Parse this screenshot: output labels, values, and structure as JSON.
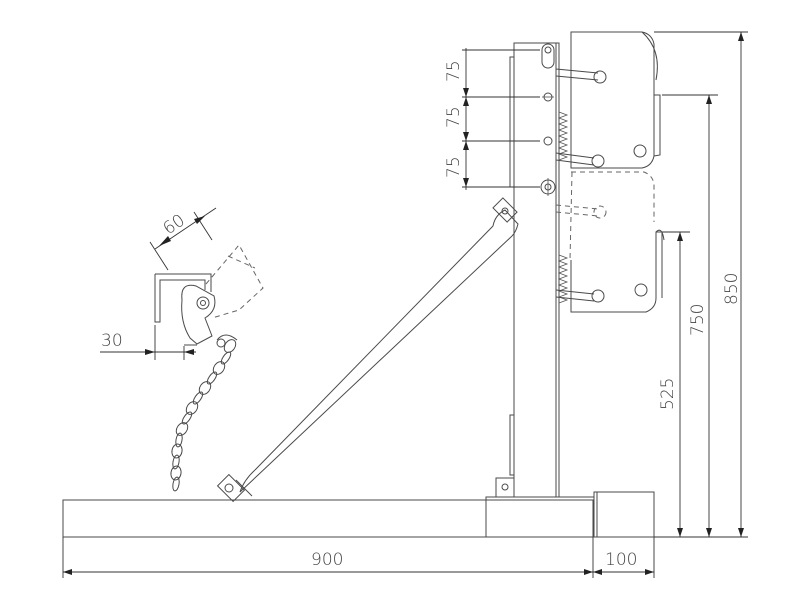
{
  "drawing": {
    "dimensions": {
      "base_length": "900",
      "foot_length": "100",
      "height_low": "525",
      "height_mid": "750",
      "height_top": "850",
      "hole_spacing_1": "75",
      "hole_spacing_2": "75",
      "hole_spacing_3": "75",
      "clamp_offset": "30",
      "clamp_angle_width": "60"
    }
  }
}
